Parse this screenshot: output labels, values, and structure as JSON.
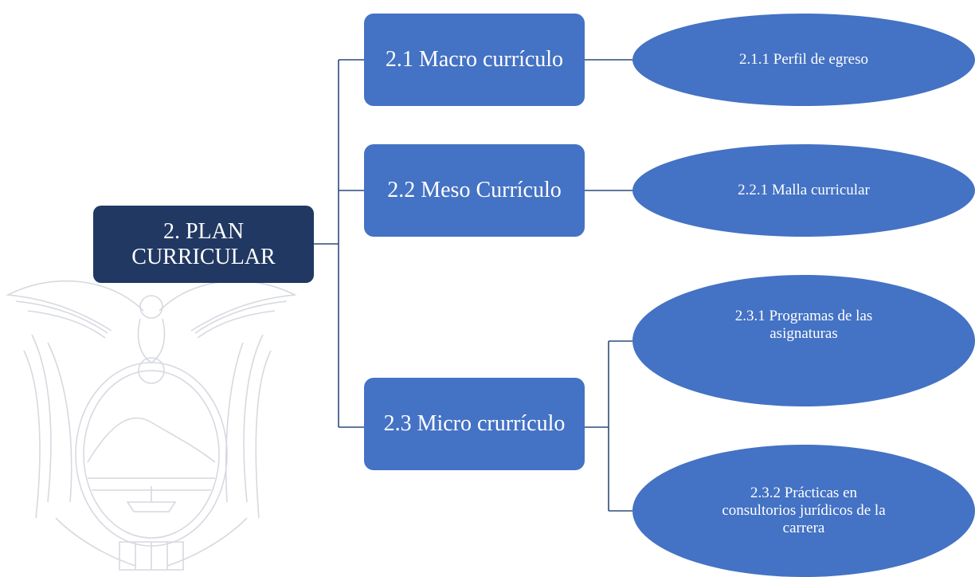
{
  "diagram": {
    "root": {
      "label": "2. PLAN\nCURRICULAR"
    },
    "branches": [
      {
        "label": "2.1 Macro currículo",
        "children": [
          {
            "label": "2.1.1 Perfil de egreso"
          }
        ]
      },
      {
        "label": "2.2 Meso Currículo",
        "children": [
          {
            "label": "2.2.1 Malla curricular"
          }
        ]
      },
      {
        "label": "2.3 Micro crurrículo",
        "children": [
          {
            "label": "2.3.1 Programas de las\nasignaturas"
          },
          {
            "label": "2.3.2 Prácticas en\nconsultorios jurídicos de la\ncarrera"
          }
        ]
      }
    ]
  },
  "colors": {
    "root_fill": "#213862",
    "node_fill": "#4472C4",
    "connector": "#2E4A7D",
    "watermark": "#D6D9E0"
  },
  "icons": {
    "watermark": "coat-of-arms-watermark"
  }
}
